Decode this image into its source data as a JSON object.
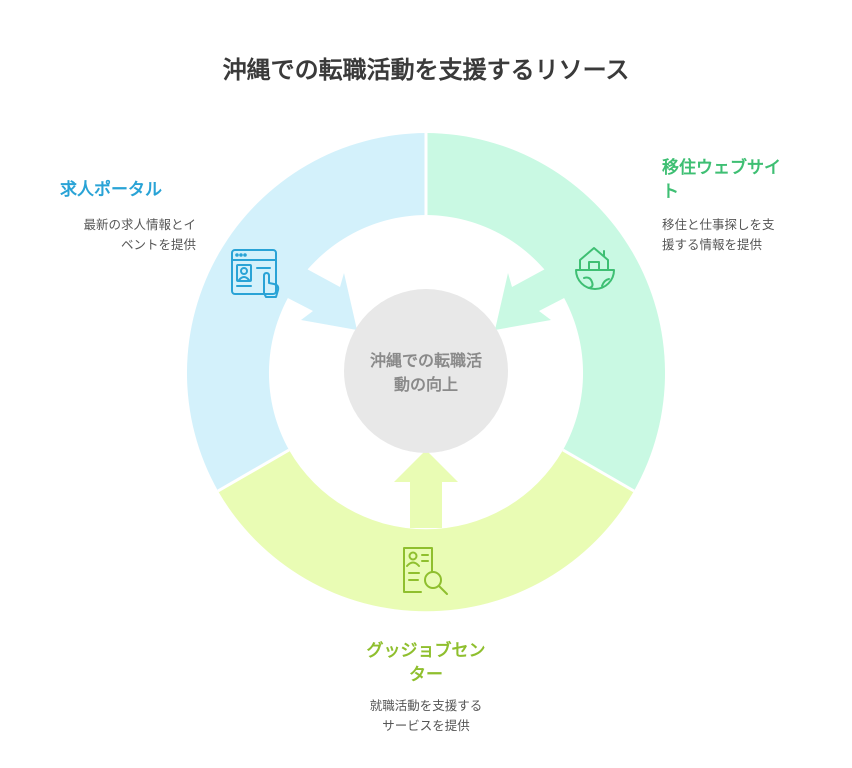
{
  "title": "沖縄での転職活動を支援するリソース",
  "center": {
    "line1": "沖縄での転職活",
    "line2": "動の向上"
  },
  "segments": [
    {
      "title": "求人ポータル",
      "desc_line1": "最新の求人情報とイ",
      "desc_line2": "ベントを提供",
      "color": "#29a3d6",
      "fill": "#d3f1fb",
      "icon": "browser-profile-icon"
    },
    {
      "title_line1": "移住ウェブサイ",
      "title_line2": "ト",
      "desc_line1": "移住と仕事探しを支",
      "desc_line2": "援する情報を提供",
      "color": "#3ebf73",
      "fill": "#c9f9e3",
      "icon": "house-globe-icon"
    },
    {
      "title_line1": "グッジョブセン",
      "title_line2": "ター",
      "desc_line1": "就職活動を支援する",
      "desc_line2": "サービスを提供",
      "color": "#8fbf2e",
      "fill": "#e9fcb4",
      "icon": "resume-search-icon"
    }
  ],
  "colors": {
    "title": "#3a3a3a",
    "center_fill": "#e8e8e8",
    "center_text": "#8a8a8a"
  }
}
